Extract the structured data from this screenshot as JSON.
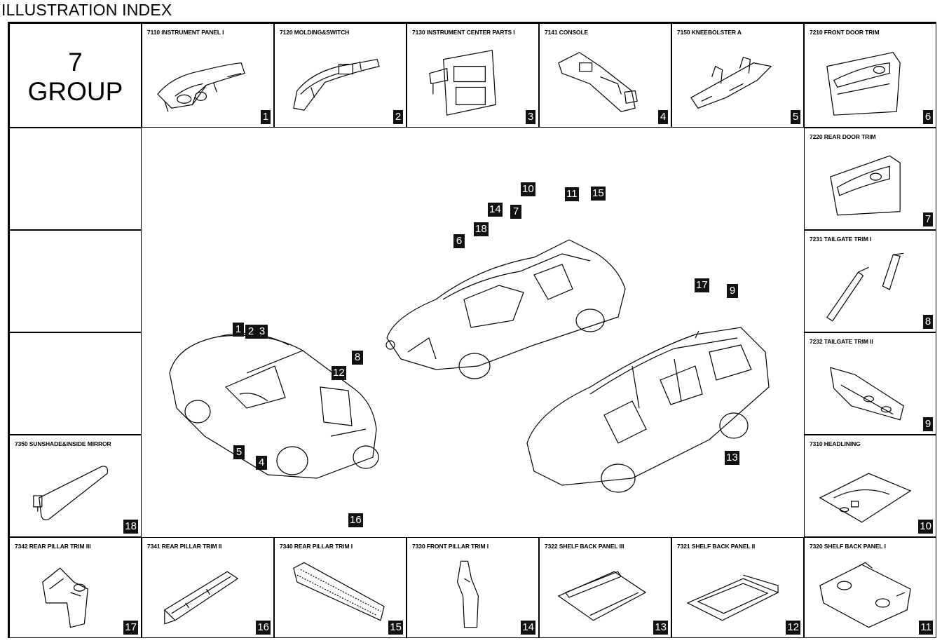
{
  "page_title": "ILLUSTRATION INDEX",
  "group": {
    "number": "7",
    "label": "GROUP"
  },
  "parts": [
    {
      "code_label": "7110 INSTRUMENT PANEL I",
      "num": "1"
    },
    {
      "code_label": "7120 MOLDING&SWITCH",
      "num": "2"
    },
    {
      "code_label": "7130 INSTRUMENT CENTER PARTS I",
      "num": "3"
    },
    {
      "code_label": "7141 CONSOLE",
      "num": "4"
    },
    {
      "code_label": "7150 KNEEBOLSTER A",
      "num": "5"
    },
    {
      "code_label": "7210 FRONT DOOR TRIM",
      "num": "6"
    },
    {
      "code_label": "7220 REAR DOOR TRIM",
      "num": "7"
    },
    {
      "code_label": "7231 TAILGATE TRIM I",
      "num": "8"
    },
    {
      "code_label": "7232 TAILGATE TRIM II",
      "num": "9"
    },
    {
      "code_label": "7310 HEADLINING",
      "num": "10"
    },
    {
      "code_label": "7320 SHELF BACK PANEL I",
      "num": "11"
    },
    {
      "code_label": "7321 SHELF BACK PANEL II",
      "num": "12"
    },
    {
      "code_label": "7322 SHELF BACK PANEL III",
      "num": "13"
    },
    {
      "code_label": "7330 FRONT PILLAR TRIM I",
      "num": "14"
    },
    {
      "code_label": "7340 REAR PILLAR TRIM I",
      "num": "15"
    },
    {
      "code_label": "7341 REAR PILLAR TRIM II",
      "num": "16"
    },
    {
      "code_label": "7342 REAR PILLAR TRIM III",
      "num": "17"
    },
    {
      "code_label": "7350 SUNSHADE&INSIDE MIRROR",
      "num": "18"
    }
  ],
  "callouts": [
    "1",
    "2",
    "3",
    "5",
    "4",
    "12",
    "8",
    "16",
    "6",
    "18",
    "14",
    "7",
    "10",
    "11",
    "15",
    "17",
    "9",
    "13"
  ]
}
